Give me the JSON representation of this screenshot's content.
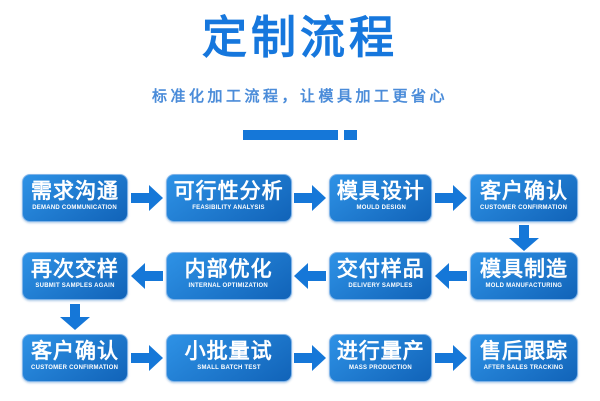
{
  "page": {
    "title": "定制流程",
    "subtitle": "标准化加工流程，让模具加工更省心"
  },
  "colors": {
    "title_blue": "#1677dd",
    "subtitle_blue": "#4b8cd9",
    "arrow_blue": "#1577d8",
    "box_border": "#7fb3e8",
    "box_grad_1": "#2e92e6",
    "box_grad_2": "#1163b8"
  },
  "flow": {
    "rows": [
      {
        "direction": "right",
        "steps": [
          {
            "zh": "需求沟通",
            "en": "DEMAND COMMUNICATION"
          },
          {
            "zh": "可行性分析",
            "en": "FEASIBILITY ANALYSIS"
          },
          {
            "zh": "模具设计",
            "en": "MOULD DESIGN"
          },
          {
            "zh": "客户确认",
            "en": "CUSTOMER CONFIRMATION"
          }
        ]
      },
      {
        "direction": "left",
        "steps": [
          {
            "zh": "再次交样",
            "en": "SUBMIT SAMPLES AGAIN"
          },
          {
            "zh": "内部优化",
            "en": "INTERNAL OPTIMIZATION"
          },
          {
            "zh": "交付样品",
            "en": "DELIVERY SAMPLES"
          },
          {
            "zh": "模具制造",
            "en": "MOLD MANUFACTURING"
          }
        ]
      },
      {
        "direction": "right",
        "steps": [
          {
            "zh": "客户确认",
            "en": "CUSTOMER CONFIRMATION"
          },
          {
            "zh": "小批量试",
            "en": "SMALL BATCH TEST"
          },
          {
            "zh": "进行量产",
            "en": "MASS PRODUCTION"
          },
          {
            "zh": "售后跟踪",
            "en": "AFTER SALES TRACKING"
          }
        ]
      }
    ]
  }
}
